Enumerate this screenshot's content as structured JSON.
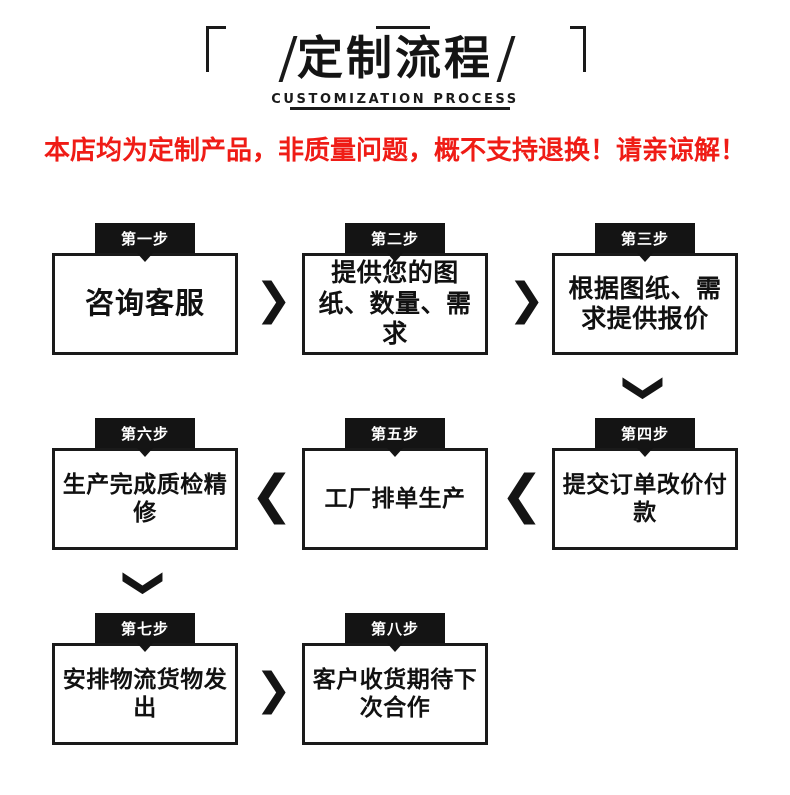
{
  "header": {
    "title_cn": "定制流程",
    "title_en": "CUSTOMIZATION PROCESS",
    "accent_color": "#141414"
  },
  "notice": {
    "text": "本店均为定制产品，非质量问题，概不支持退换！请亲谅解！",
    "color": "#ef1c16"
  },
  "flow": {
    "arrow_right": "❯",
    "arrow_left": "❮",
    "arrow_down": "❯",
    "steps": [
      {
        "tag": "第一步",
        "text": "咨询客服"
      },
      {
        "tag": "第二步",
        "text": "提供您的图纸、数量、需求"
      },
      {
        "tag": "第三步",
        "text": "根据图纸、需求提供报价"
      },
      {
        "tag": "第四步",
        "text": "提交订单改价付款"
      },
      {
        "tag": "第五步",
        "text": "工厂排单生产"
      },
      {
        "tag": "第六步",
        "text": "生产完成质检精修"
      },
      {
        "tag": "第七步",
        "text": "安排物流货物发出"
      },
      {
        "tag": "第八步",
        "text": "客户收货期待下次合作"
      }
    ]
  }
}
